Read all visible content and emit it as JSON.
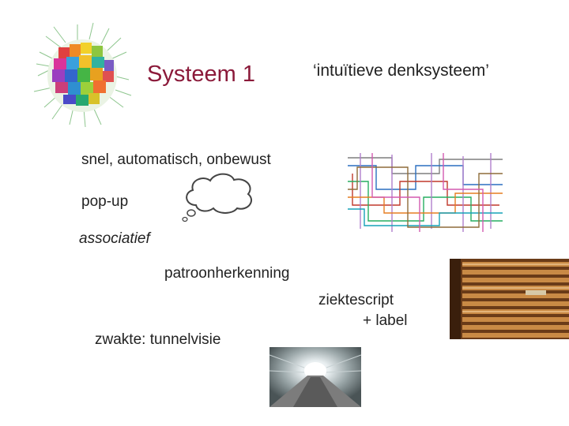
{
  "slide": {
    "title": "Systeem 1",
    "subtitle": "‘intuïtieve denksysteem’",
    "points": {
      "snel": "snel, automatisch, onbewust",
      "popup": "pop-up",
      "associatief": "associatief",
      "patroon": "patroonherkenning",
      "ziektescript_line1": "ziektescript",
      "ziektescript_line2": "+ label",
      "zwakte": "zwakte: tunnelvisie"
    }
  },
  "icons": {
    "brain": "brain-network-icon",
    "cloud": "thought-cloud-icon",
    "metro": "metro-map-icon",
    "shelves": "archive-shelves-icon",
    "tunnel": "tunnel-icon"
  },
  "colors": {
    "title": "#8b1a3a",
    "text": "#222222"
  }
}
